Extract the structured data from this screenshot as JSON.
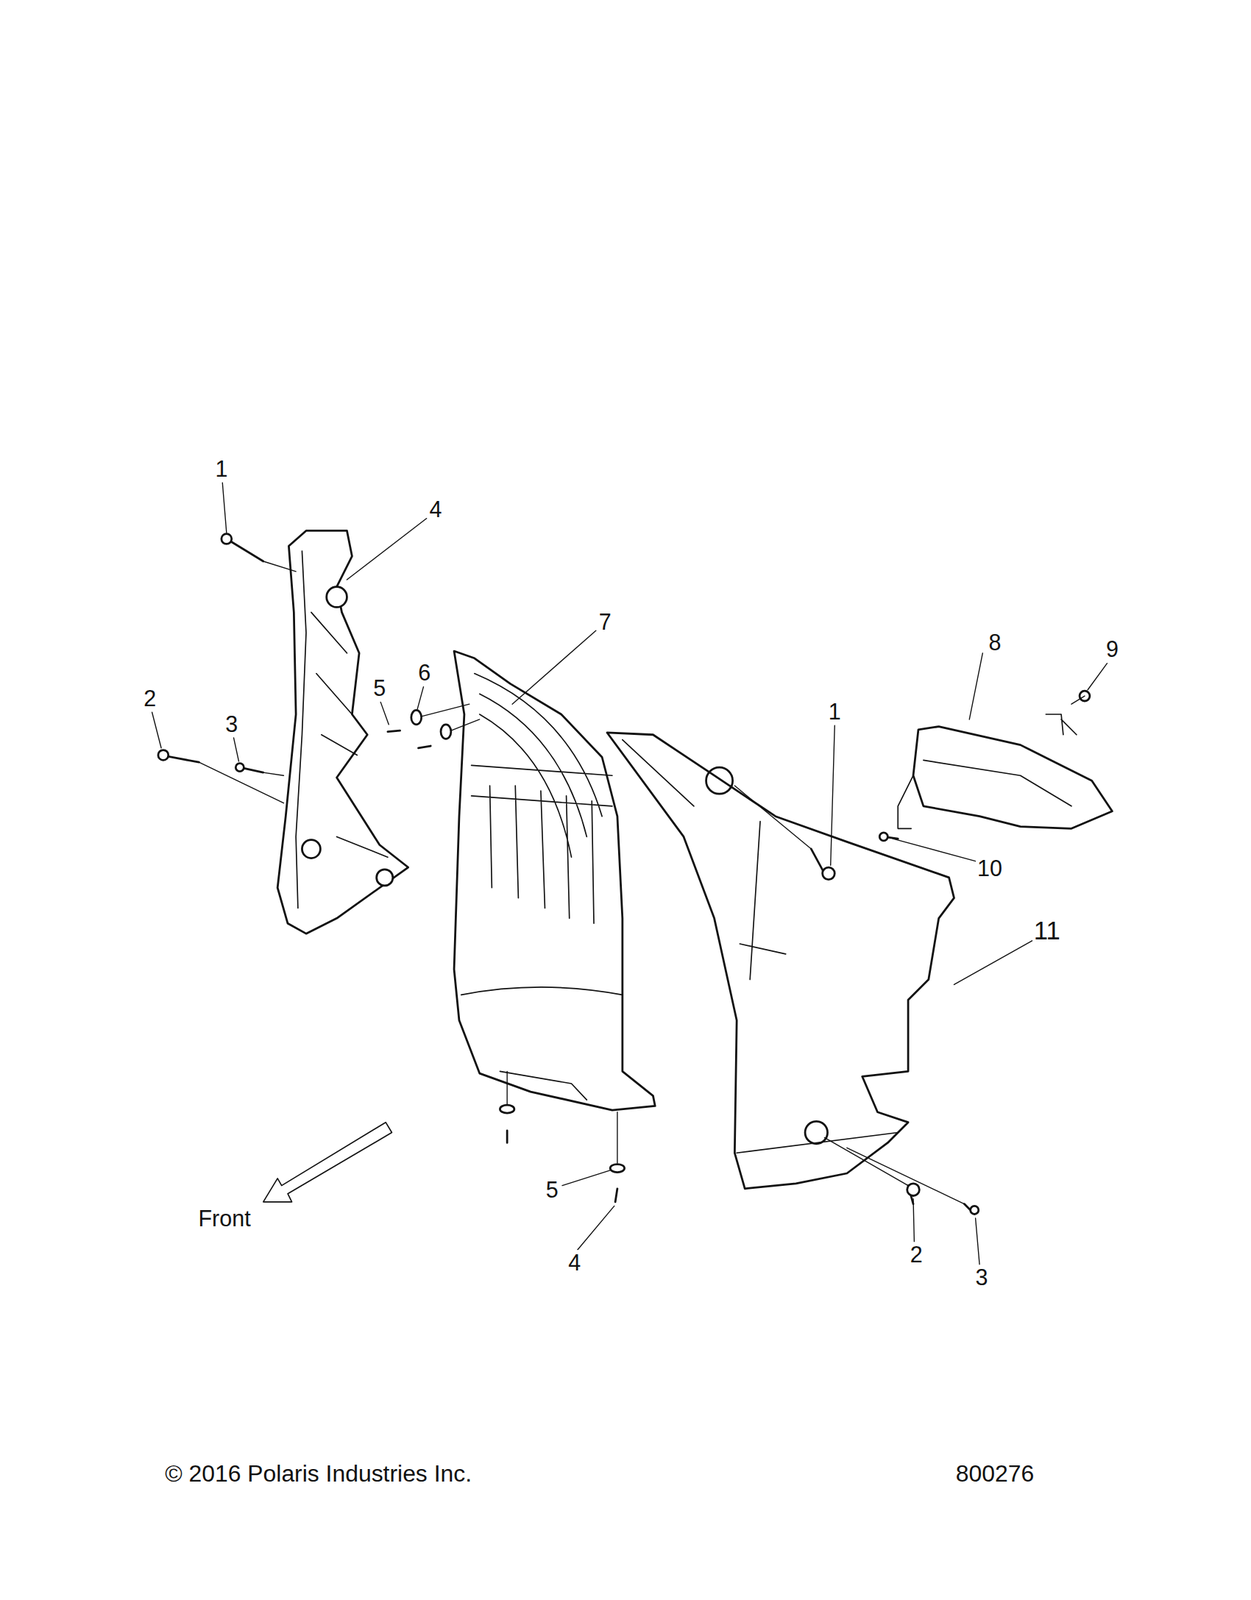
{
  "diagram": {
    "labels": [
      "1",
      "4",
      "7",
      "8",
      "9",
      "5",
      "6",
      "2",
      "3",
      "1",
      "10",
      "11",
      "Front",
      "5",
      "2",
      "4",
      "3",
      "© 2016 Polaris Industries Inc.",
      "800276"
    ]
  }
}
